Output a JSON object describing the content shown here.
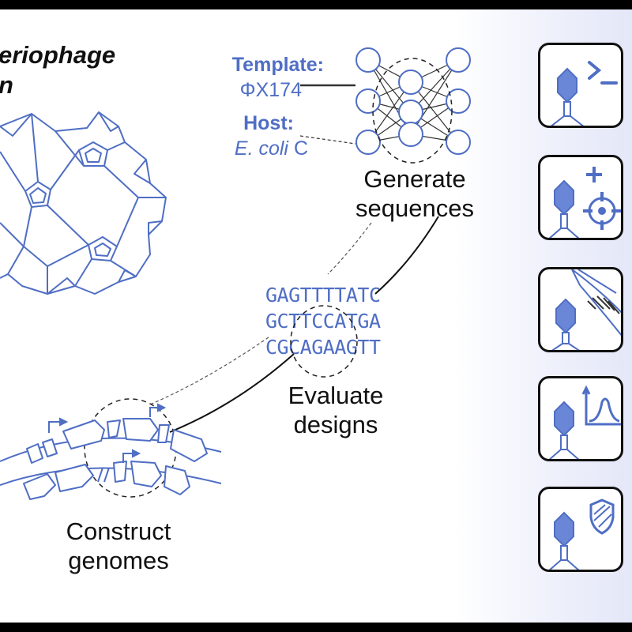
{
  "title": {
    "line1": "eriophage",
    "line2": "n"
  },
  "inputs": {
    "template_label": "Template:",
    "template_value": "ΦX174",
    "host_label": "Host:",
    "host_value_italic": "E. coli",
    "host_value_suffix": " C"
  },
  "steps": {
    "generate": [
      "Generate",
      "sequences"
    ],
    "evaluate": [
      "Evaluate",
      "designs"
    ],
    "construct": [
      "Construct",
      "genomes"
    ]
  },
  "sequences": [
    "GAGTTTTATC",
    "GCTTCCATGA",
    "CGCAGAAGTT"
  ],
  "colors": {
    "accent_blue": "#4f6ec4",
    "light_blue_fill": "#6a86d6",
    "text_dark": "#111111"
  },
  "cards": [
    {
      "icon": "terminal-prompt-icon"
    },
    {
      "icon": "plus-crosshair-icon"
    },
    {
      "icon": "dna-strand-icon"
    },
    {
      "icon": "growth-curve-icon"
    },
    {
      "icon": "shield-check-icon"
    }
  ]
}
